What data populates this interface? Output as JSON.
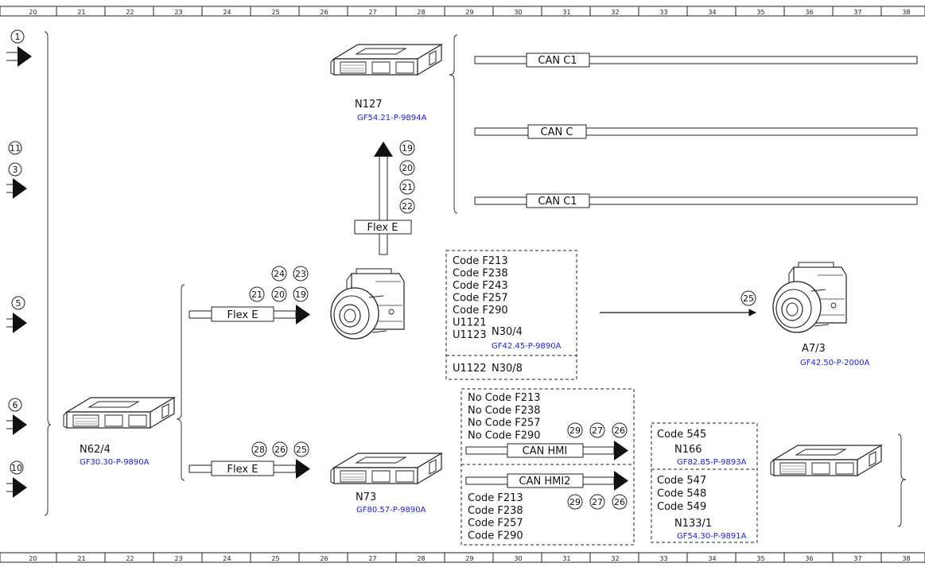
{
  "ruler": [
    "20",
    "21",
    "22",
    "23",
    "24",
    "25",
    "26",
    "27",
    "28",
    "29",
    "30",
    "31",
    "32",
    "33",
    "34",
    "35",
    "36",
    "37",
    "38"
  ],
  "left_connectors": [
    "1",
    "11",
    "3",
    "5",
    "6",
    "10"
  ],
  "components": {
    "n127": {
      "label": "N127",
      "ref": "GF54.21-P-9894A"
    },
    "n62_4": {
      "label": "N62/4",
      "ref": "GF30.30-P-9890A"
    },
    "n73": {
      "label": "N73",
      "ref": "GF80.57-P-9890A"
    },
    "a7_3": {
      "label": "A7/3",
      "ref": "GF42.50-P-2000A"
    },
    "n30_4": {
      "label": "N30/4",
      "ref": "GF42.45-P-9890A"
    },
    "n30_8": {
      "label": "N30/8"
    },
    "n166": {
      "label": "N166",
      "ref": "GF82.85-P-9893A"
    },
    "n133_1": {
      "label": "N133/1",
      "ref": "GF54.30-P-9891A"
    }
  },
  "buses": {
    "can_c1_top": "CAN C1",
    "can_c": "CAN C",
    "can_c1_bottom": "CAN C1",
    "flex_e_vertical": "Flex E",
    "flex_e_upper": "Flex E",
    "flex_e_lower": "Flex E",
    "can_hmi": "CAN HMI",
    "can_hmi2": "CAN HMI2"
  },
  "circles": {
    "vertical": [
      "19",
      "20",
      "21",
      "22"
    ],
    "upper_row1": [
      "24",
      "23"
    ],
    "upper_row2": [
      "21",
      "20",
      "19"
    ],
    "lower": [
      "28",
      "26",
      "25"
    ],
    "a7": "25",
    "hmi": [
      "29",
      "27",
      "26"
    ],
    "hmi2": [
      "29",
      "27",
      "26"
    ]
  },
  "code_boxes": {
    "n30_codes": [
      "Code F213",
      "Code F238",
      "Code F243",
      "Code F257",
      "Code F290",
      "U1121",
      "U1123"
    ],
    "n30_8_code": "U1122",
    "no_codes": [
      "No Code F213",
      "No Code F238",
      "No Code F257",
      "No Code F290"
    ],
    "hmi2_codes": [
      "Code F213",
      "Code F238",
      "Code F257",
      "Code F290"
    ],
    "n166_code": "Code 545",
    "n133_codes": [
      "Code 547",
      "Code 548",
      "Code 549"
    ]
  }
}
